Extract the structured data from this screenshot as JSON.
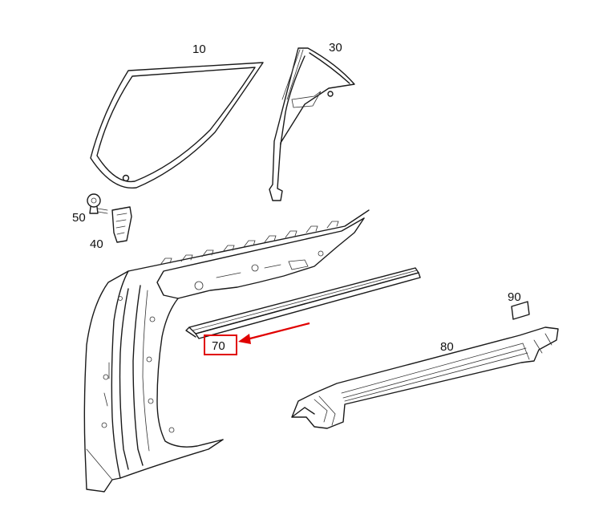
{
  "callouts": {
    "c10": "10",
    "c30": "30",
    "c50": "50",
    "c40": "40",
    "c90": "90",
    "c80": "80",
    "c70": "70"
  },
  "highlight": {
    "part": "70",
    "color": "#e00000"
  }
}
